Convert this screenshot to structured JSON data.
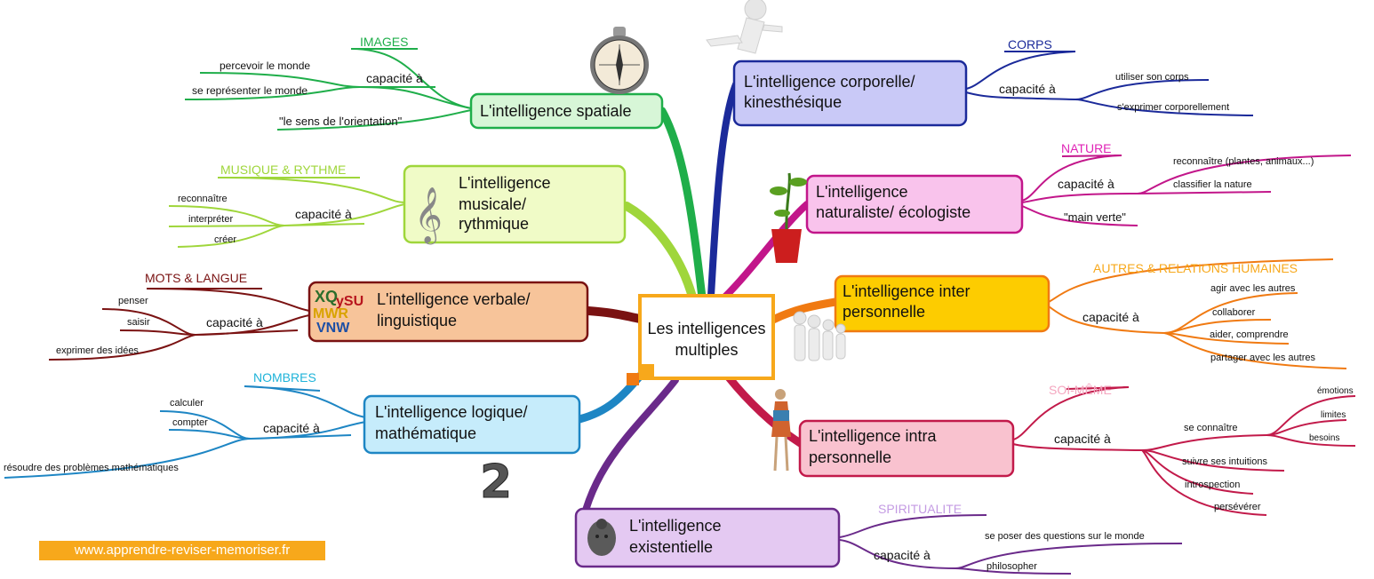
{
  "center": {
    "line1": "Les intelligences",
    "line2": "multiples"
  },
  "website": "www.apprendre-reviser-memoriser.fr",
  "colors": {
    "spatiale": "#1fae4a",
    "musicale": "#9fd63b",
    "verbale": "#7a1212",
    "logique": "#1e86c4",
    "existentielle": "#6a2a8a",
    "corporelle": "#1b2a9a",
    "naturaliste": "#c2168a",
    "inter": "#f07a12",
    "intra": "#c21a4a",
    "center_border": "#f7a81b"
  },
  "branches": {
    "spatiale": {
      "title": "L'intelligence spatiale",
      "category": "IMAGES",
      "capacity": "capacité à",
      "items": [
        "percevoir le monde",
        "se représenter le monde"
      ],
      "extra": "\"le sens de l'orientation\""
    },
    "musicale": {
      "title1": "L'intelligence",
      "title2": "musicale/",
      "title3": "rythmique",
      "category": "MUSIQUE & RYTHME",
      "capacity": "capacité à",
      "items": [
        "reconnaître",
        "interpréter",
        "créer"
      ]
    },
    "verbale": {
      "title1": "L'intelligence verbale/",
      "title2": "linguistique",
      "category": "MOTS & LANGUE",
      "capacity": "capacité à",
      "items": [
        "penser",
        "saisir",
        "exprimer des idées"
      ]
    },
    "logique": {
      "title1": "L'intelligence logique/",
      "title2": "mathématique",
      "category": "NOMBRES",
      "capacity": "capacité à",
      "items": [
        "calculer",
        "compter",
        "résoudre des problèmes mathématiques"
      ]
    },
    "existentielle": {
      "title1": "L'intelligence",
      "title2": "existentielle",
      "category": "SPIRITUALITE",
      "capacity": "capacité à",
      "items": [
        "se poser des questions sur le monde",
        "philosopher"
      ]
    },
    "corporelle": {
      "title1": "L'intelligence corporelle/",
      "title2": "kinesthésique",
      "category": "CORPS",
      "capacity": "capacité à",
      "items": [
        "utiliser son corps",
        "s'exprimer corporellement"
      ]
    },
    "naturaliste": {
      "title1": "L'intelligence",
      "title2": "naturaliste/ écologiste",
      "category": "NATURE",
      "capacity": "capacité à",
      "items": [
        "reconnaître (plantes, animaux...)",
        "classifier la nature"
      ],
      "extra": "\"main verte\""
    },
    "inter": {
      "title1": "L'intelligence inter",
      "title2": "personnelle",
      "category": "AUTRES & RELATIONS HUMAINES",
      "capacity": "capacité à",
      "items": [
        "agir avec les autres",
        "collaborer",
        "aider, comprendre",
        "partager avec les autres"
      ]
    },
    "intra": {
      "title1": "L'intelligence intra",
      "title2": "personnelle",
      "category": "SOI-MÊME",
      "capacity": "capacité à",
      "know": "se connaître",
      "know_items": [
        "émotions",
        "limites",
        "besoins"
      ],
      "items": [
        "suivre ses intuitions",
        "introspection",
        "persévérer"
      ]
    }
  }
}
